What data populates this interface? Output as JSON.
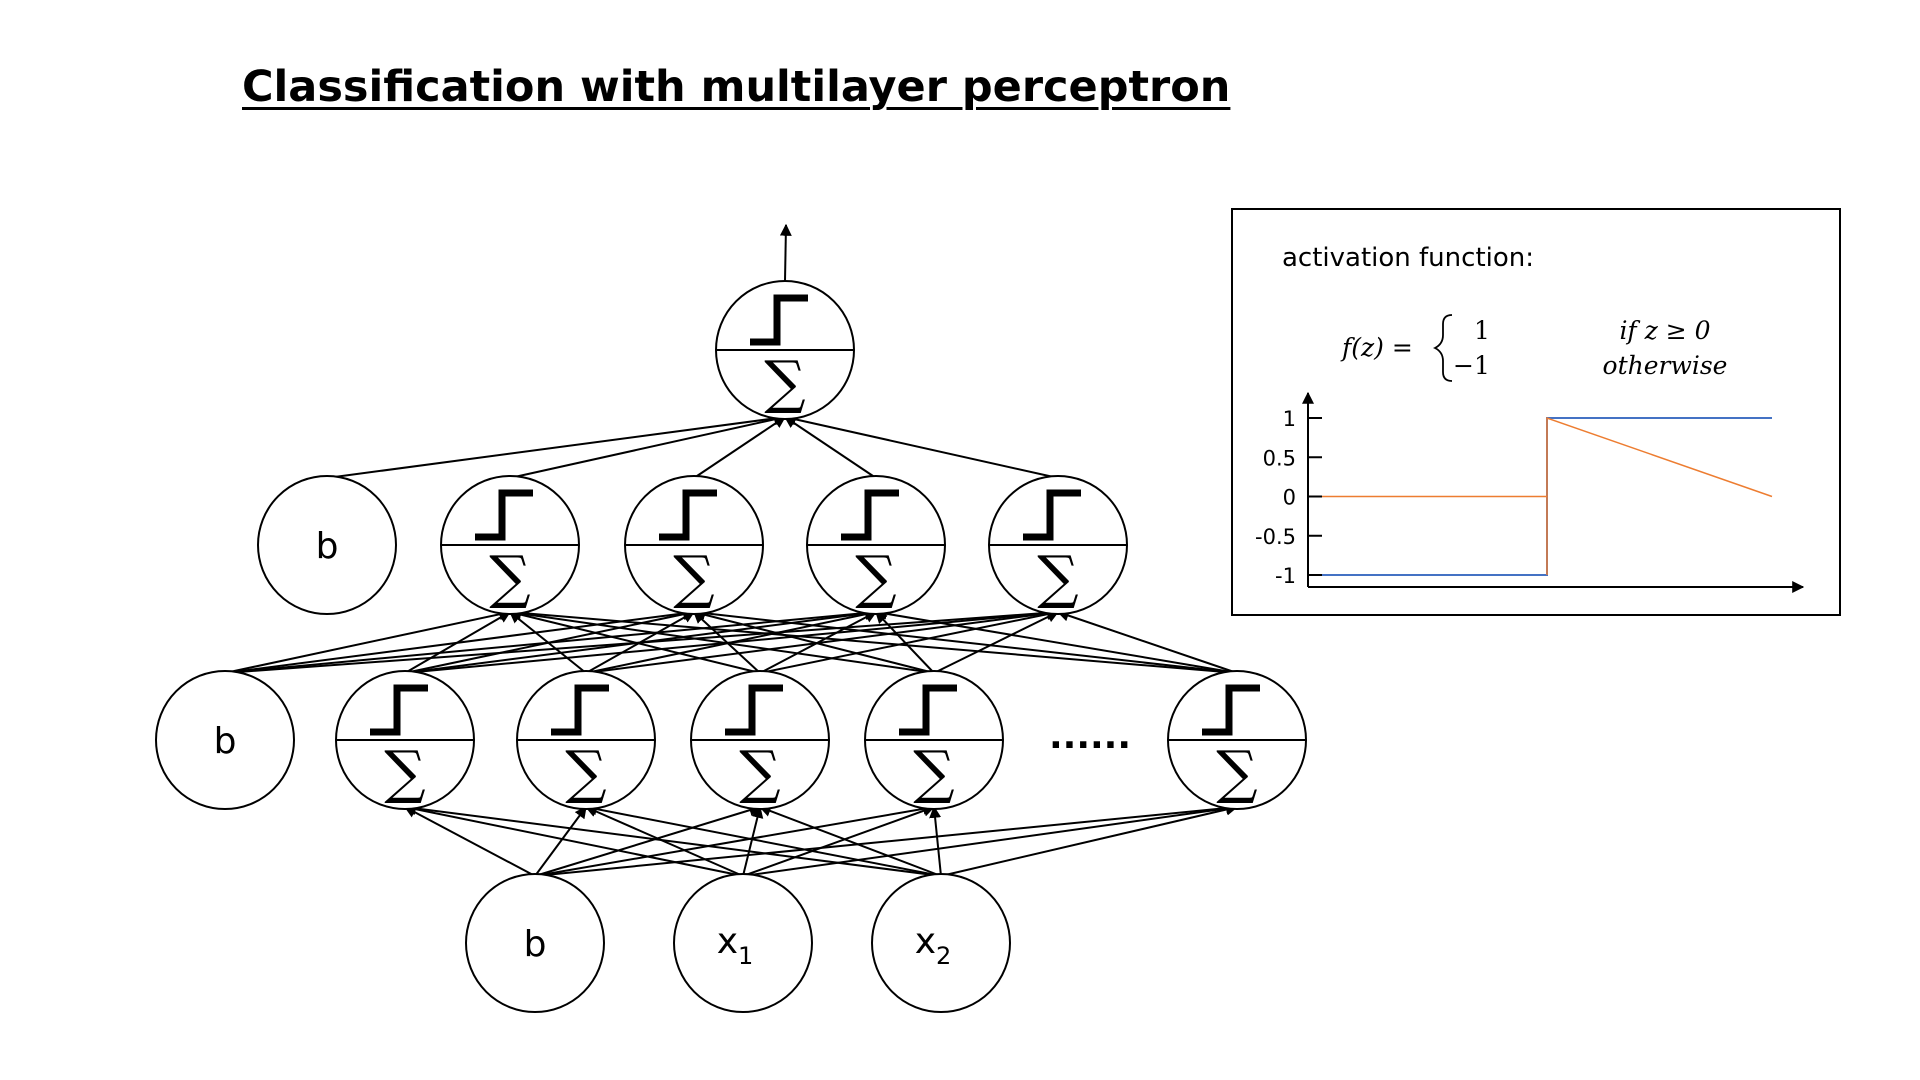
{
  "title": "Classification with multilayer perceptron",
  "network": {
    "bias_label": "b",
    "input_x_label": "x",
    "input_subscripts": [
      "1",
      "2"
    ],
    "ellipsis": "......",
    "sigma_symbol": "∑"
  },
  "activation_panel": {
    "label": "activation function:",
    "formula": {
      "lhs": "f(z) =",
      "case1_value": "1",
      "case1_condition": "if z ≥ 0",
      "case2_value": "−1",
      "case2_condition": "otherwise"
    }
  },
  "chart_data": {
    "type": "line",
    "y_ticks": [
      "1",
      "0.5",
      "0",
      "-0.5",
      "-1"
    ],
    "ylim": [
      -1,
      1
    ],
    "grid": false,
    "series": [
      {
        "color": "#4472c4",
        "x": [
          0,
          1,
          1,
          2
        ],
        "y": [
          -1,
          -1,
          1,
          1
        ]
      },
      {
        "color": "#ed7d31",
        "x": [
          0,
          1,
          1,
          1,
          2
        ],
        "y": [
          0,
          0,
          -1,
          1,
          0
        ]
      }
    ]
  }
}
